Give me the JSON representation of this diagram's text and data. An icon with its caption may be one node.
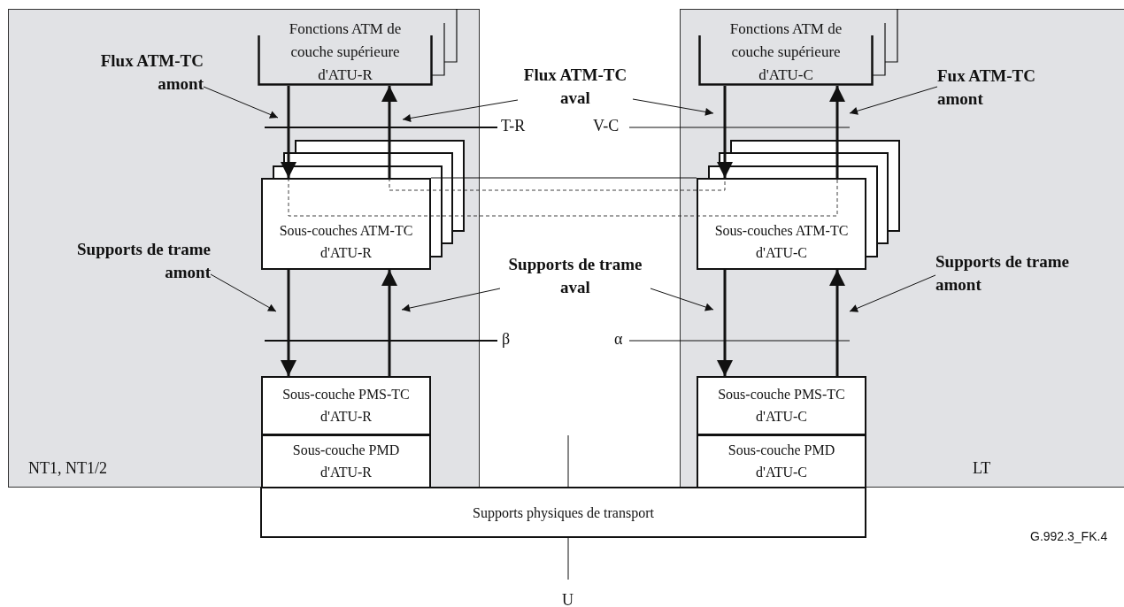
{
  "diagram": {
    "nodes": [
      {
        "text": [
          "NT1, NT1/2"
        ]
      },
      {
        "text": [
          "LT"
        ]
      },
      {
        "text": [
          "Fonctions ATM de couche supérieure d'ATU-R"
        ],
        "in": 0
      },
      {
        "text": [
          "Sous-couches ATM-TC d'ATU-R"
        ],
        "in": 0
      },
      {
        "text": [
          "Sous-couche PMS-TC d'ATU-R"
        ],
        "in": 0
      },
      {
        "text": [
          "Sous-couche PMD d'ATU-R"
        ],
        "in": 0
      },
      {
        "text": [
          "Fonctions ATM de couche supérieure d'ATU-C"
        ],
        "in": 1
      },
      {
        "text": [
          "Sous-couches ATM-TC d'ATU-C"
        ],
        "in": 1
      },
      {
        "text": [
          "Sous-couche PMS-TC d'ATU-C"
        ],
        "in": 1
      },
      {
        "text": [
          "Sous-couche PMD d'ATU-C"
        ],
        "in": 1
      },
      {
        "text": [
          "Supports physiques de transport"
        ]
      },
      {
        "text": [
          "Flux ATM-TC amont"
        ],
        "in": 0
      },
      {
        "text": [
          "Flux ATM-TC aval"
        ]
      },
      {
        "text": [
          "Fux ATM-TC amont"
        ],
        "in": 1
      },
      {
        "text": [
          "Supports de trame amont"
        ],
        "in": 0
      },
      {
        "text": [
          "Supports de trame aval"
        ]
      },
      {
        "text": [
          "Supports de trame amont"
        ],
        "in": 1
      }
    ],
    "edges": [
      {
        "from": 2,
        "to": 3,
        "arrow": "to",
        "style": "thick"
      },
      {
        "from": 3,
        "to": 2,
        "arrow": "to",
        "style": "thick"
      },
      {
        "from": 3,
        "to": 4,
        "arrow": "to",
        "style": "thick"
      },
      {
        "from": 4,
        "to": 3,
        "arrow": "to",
        "style": "thick"
      },
      {
        "from": 6,
        "to": 7,
        "arrow": "to",
        "style": "thick"
      },
      {
        "from": 7,
        "to": 6,
        "arrow": "to",
        "style": "thick"
      },
      {
        "from": 7,
        "to": 8,
        "arrow": "to",
        "style": "thick"
      },
      {
        "from": 8,
        "to": 7,
        "arrow": "to",
        "style": "thick"
      },
      {
        "from": 3,
        "to": 7,
        "arrow": "none",
        "style": "dashed"
      },
      {
        "from": 3,
        "to": 7,
        "arrow": "none",
        "style": "dashed"
      },
      {
        "from": 3,
        "to": 7,
        "arrow": "none"
      },
      {
        "from": 11,
        "to": null,
        "arrow": "to"
      },
      {
        "from": 12,
        "to": null,
        "arrow": "to"
      },
      {
        "from": 12,
        "to": null,
        "arrow": "to"
      },
      {
        "from": 13,
        "to": null,
        "arrow": "to"
      },
      {
        "from": 14,
        "to": null,
        "arrow": "to"
      },
      {
        "from": 15,
        "to": null,
        "arrow": "to"
      },
      {
        "from": 15,
        "to": null,
        "arrow": "to"
      },
      {
        "from": 16,
        "to": null,
        "arrow": "to"
      }
    ],
    "labels": [
      "T-R",
      "V-C",
      "β",
      "α",
      "G.992.3_FK.4",
      "U"
    ]
  }
}
